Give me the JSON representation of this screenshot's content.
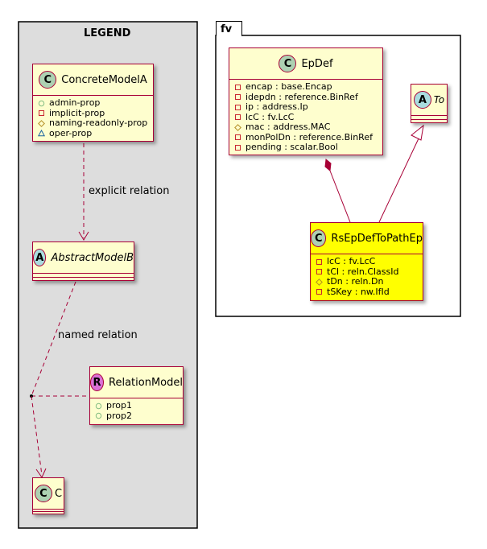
{
  "legend": {
    "title": "LEGEND",
    "concrete_model": {
      "stereotype": "C",
      "name": "ConcreteModelA",
      "fields": [
        {
          "vis": "+",
          "text": "admin-prop"
        },
        {
          "vis": "-",
          "text": "implicit-prop"
        },
        {
          "vis": "#",
          "text": "naming-readonly-prop"
        },
        {
          "vis": "~",
          "text": "oper-prop"
        }
      ]
    },
    "explicit_relation_label": "explicit relation",
    "abstract_model": {
      "stereotype": "A",
      "name": "AbstractModelB"
    },
    "named_relation_label": "named relation",
    "relation_model": {
      "stereotype": "R",
      "name": "RelationModel",
      "fields": [
        {
          "vis": "+",
          "text": "prop1"
        },
        {
          "vis": "+",
          "text": "prop2"
        }
      ]
    },
    "c_model": {
      "stereotype": "C",
      "name": "C"
    }
  },
  "package": {
    "name": "fv",
    "epdef": {
      "stereotype": "C",
      "name": "EpDef",
      "fields": [
        {
          "vis": "-",
          "text": "encap : base.Encap"
        },
        {
          "vis": "-",
          "text": "idepdn : reference.BinRef"
        },
        {
          "vis": "-",
          "text": "ip : address.Ip"
        },
        {
          "vis": "-",
          "text": "lcC : fv.LcC"
        },
        {
          "vis": "#",
          "text": "mac : address.MAC"
        },
        {
          "vis": "-",
          "text": "monPolDn : reference.BinRef"
        },
        {
          "vis": "-",
          "text": "pending : scalar.Bool"
        }
      ]
    },
    "to": {
      "stereotype": "A",
      "name": "To"
    },
    "rs": {
      "stereotype": "C",
      "name": "RsEpDefToPathEp",
      "fields": [
        {
          "vis": "-",
          "text": "lcC : fv.LcC"
        },
        {
          "vis": "-",
          "text": "tCl : reln.ClassId"
        },
        {
          "vis": "#",
          "text": "tDn : reln.Dn"
        },
        {
          "vis": "-",
          "text": "tSKey : nw.IfId"
        }
      ]
    }
  },
  "colors": {
    "class_bg": "#FEFECE",
    "class_border": "#A80036",
    "highlight_bg": "#FFFF00",
    "legend_bg": "#DDDDDD",
    "circle_c": "#ADD1B2",
    "circle_a": "#A9DCDF",
    "circle_r": "#DA70D6",
    "icon_plus": "#84BE84",
    "icon_minus": "#C82930",
    "icon_hash": "#B38D22",
    "icon_tilde": "#1963A0"
  }
}
